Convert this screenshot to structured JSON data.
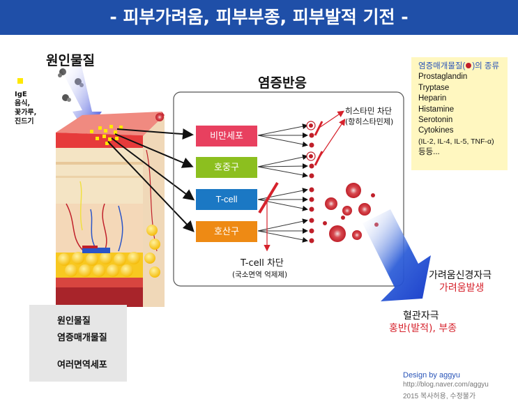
{
  "title": "- 피부가려움, 피부부종, 피부발적 기전 -",
  "allergen": {
    "label": "원인물질",
    "types": [
      "IgE",
      "음식,",
      "꽃가루,",
      "진드기"
    ]
  },
  "reaction": {
    "title": "염증반응",
    "cells": [
      {
        "label": "비만세포",
        "color": "#e8405f"
      },
      {
        "label": "호중구",
        "color": "#8cbf1f"
      },
      {
        "label": "T-cell",
        "color": "#1b78c4"
      },
      {
        "label": "호산구",
        "color": "#ee8a14"
      }
    ],
    "histamine_block": "히스타민 차단",
    "histamine_block_sub": "(항히스타민제)",
    "tcell_block": "T-cell 차단",
    "tcell_block_sub": "(국소면역 억제제)"
  },
  "mediators": {
    "title_prefix": "염증매개물질(",
    "title_suffix": ")의 종류",
    "items": [
      "Prostaglandin",
      "Tryptase",
      "Heparin",
      "Histamine",
      "Serotonin",
      "Cytokines",
      "(IL-2, IL-4, IL-5, TNF-α)",
      "등등..."
    ]
  },
  "outcomes": {
    "itch": "가려움신경자극",
    "itch_result": "가려움발생",
    "vessel": "혈관자극",
    "vessel_result": "홍반(발적), 부종"
  },
  "legend": {
    "allergen": "원인물질",
    "mediator": "염증매개물질",
    "immune_cells": "여러면역세포"
  },
  "credit": {
    "design": "Design by aggyu",
    "url": "http://blog.naver.com/aggyu",
    "copyright": "2015 복사허용, 수정불가"
  },
  "colors": {
    "banner": "#1f4fa8",
    "infobox": "#fff7c0",
    "mediator_red": "#c0202a",
    "allergen_yellow": "#ffe800",
    "outcome_red": "#d6222c"
  }
}
